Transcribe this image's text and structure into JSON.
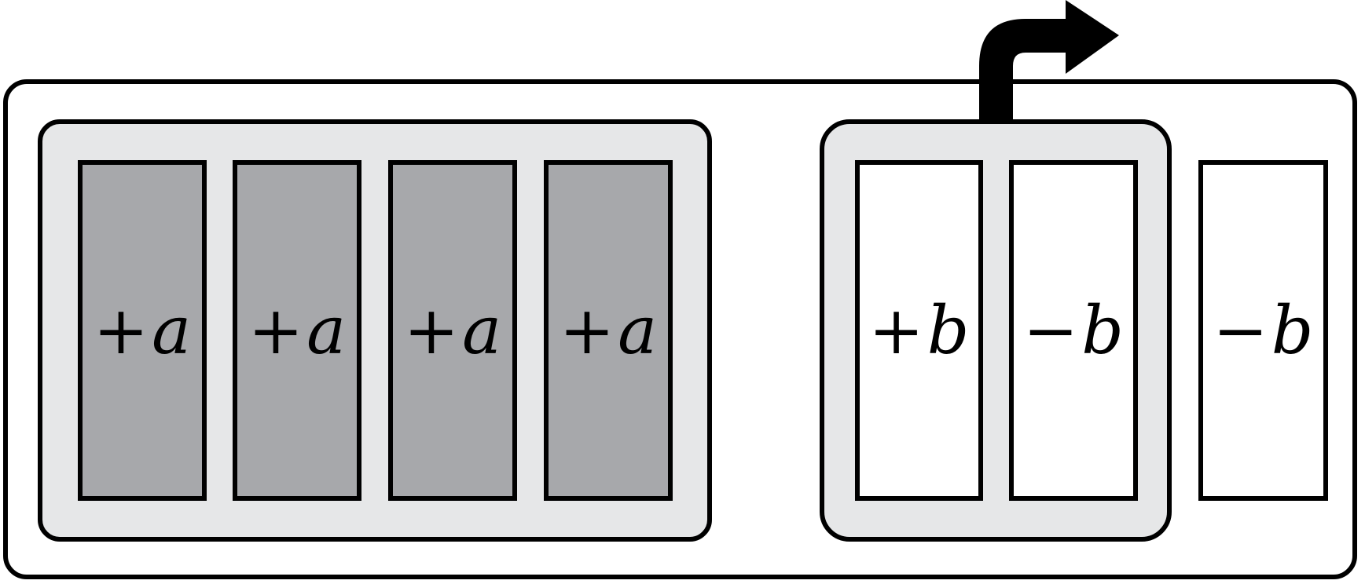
{
  "tiles": [
    {
      "sign": "+",
      "var": "a",
      "shade": "grey"
    },
    {
      "sign": "+",
      "var": "a",
      "shade": "grey"
    },
    {
      "sign": "+",
      "var": "a",
      "shade": "grey"
    },
    {
      "sign": "+",
      "var": "a",
      "shade": "grey"
    },
    {
      "sign": "+",
      "var": "b",
      "shade": "white"
    },
    {
      "sign": "−",
      "var": "b",
      "shade": "white"
    },
    {
      "sign": "−",
      "var": "b",
      "shade": "white"
    }
  ],
  "colors": {
    "stroke": "#000000",
    "group_fill": "#e6e7e8",
    "grey_tile": "#a7a8ab",
    "white_tile": "#ffffff"
  },
  "arrow": {
    "icon": "bent-arrow-right-icon",
    "from_group": "group-b"
  }
}
